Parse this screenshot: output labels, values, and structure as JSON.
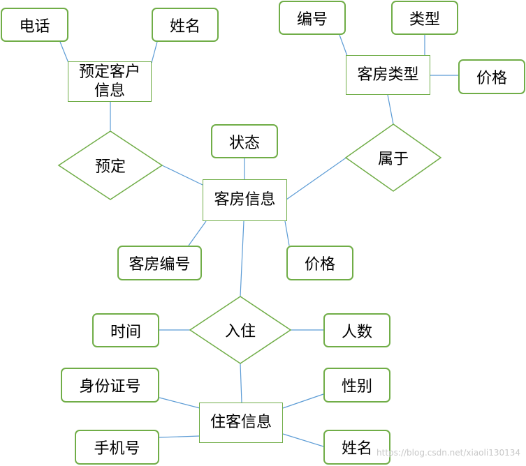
{
  "entities": {
    "booking_customer": "预定客户\n信息",
    "room_type": "客房类型",
    "room_info": "客房信息",
    "guest_info": "住客信息"
  },
  "relationships": {
    "reserve": "预定",
    "belongs": "属于",
    "check_in": "入住"
  },
  "attributes": {
    "phone": "电话",
    "name_top": "姓名",
    "type_number": "编号",
    "type_kind": "类型",
    "type_price": "价格",
    "status": "状态",
    "room_number": "客房编号",
    "room_price": "价格",
    "time": "时间",
    "people": "人数",
    "id_number": "身份证号",
    "gender": "性别",
    "mobile": "手机号",
    "guest_name": "姓名"
  },
  "watermark": "https://blog.csdn.net/xiaoli130134",
  "colors": {
    "border": "#70ad47",
    "line": "#5b9bd5"
  }
}
